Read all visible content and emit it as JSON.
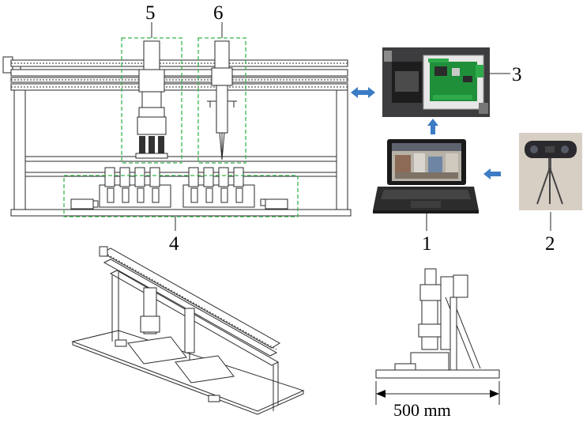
{
  "labels": {
    "computer": "1",
    "camera": "2",
    "controller": "3",
    "pump_assembly": "4",
    "gripper_module": "5",
    "pipette_module": "6"
  },
  "dimension": {
    "width_label": "500 mm"
  },
  "colors": {
    "highlight_box": "#39b54a",
    "flow_arrow": "#3b7cc4"
  }
}
